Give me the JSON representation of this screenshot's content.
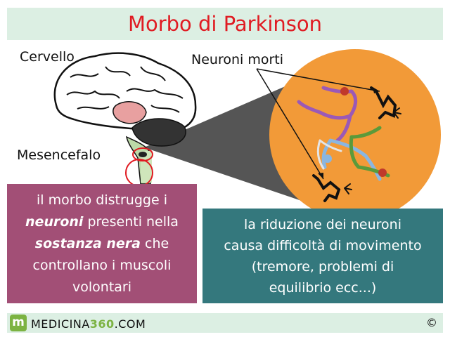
{
  "title": "Morbo di Parkinson",
  "labels": {
    "brain": "Cervello",
    "midbrain": "Mesencefalo",
    "dead_neurons": "Neuroni morti"
  },
  "box_left": {
    "line1": "il morbo distrugge i",
    "em1": "neuroni",
    "line2_rest": " presenti nella",
    "em2": "sostanza nera",
    "line3_rest": " che",
    "line4": "controllano i muscoli",
    "line5": "volontari"
  },
  "box_right": {
    "line1": "la riduzione dei neuroni",
    "line2": "causa difficoltà di movimento",
    "line3": "(tremore, problemi di",
    "line4": "equilibrio ecc...)"
  },
  "footer": {
    "logo_mark": "m",
    "logo_prefix": "MEDICINA",
    "logo_num": "360",
    "logo_suffix": ".COM",
    "copyright": "©"
  },
  "colors": {
    "title": "#e01b22",
    "band": "#dcefe3",
    "circle": "#f29a38",
    "box_left": "#a24f76",
    "box_right": "#34787d",
    "midbrain_highlight": "#e01b22",
    "logo_green": "#7cb342"
  }
}
